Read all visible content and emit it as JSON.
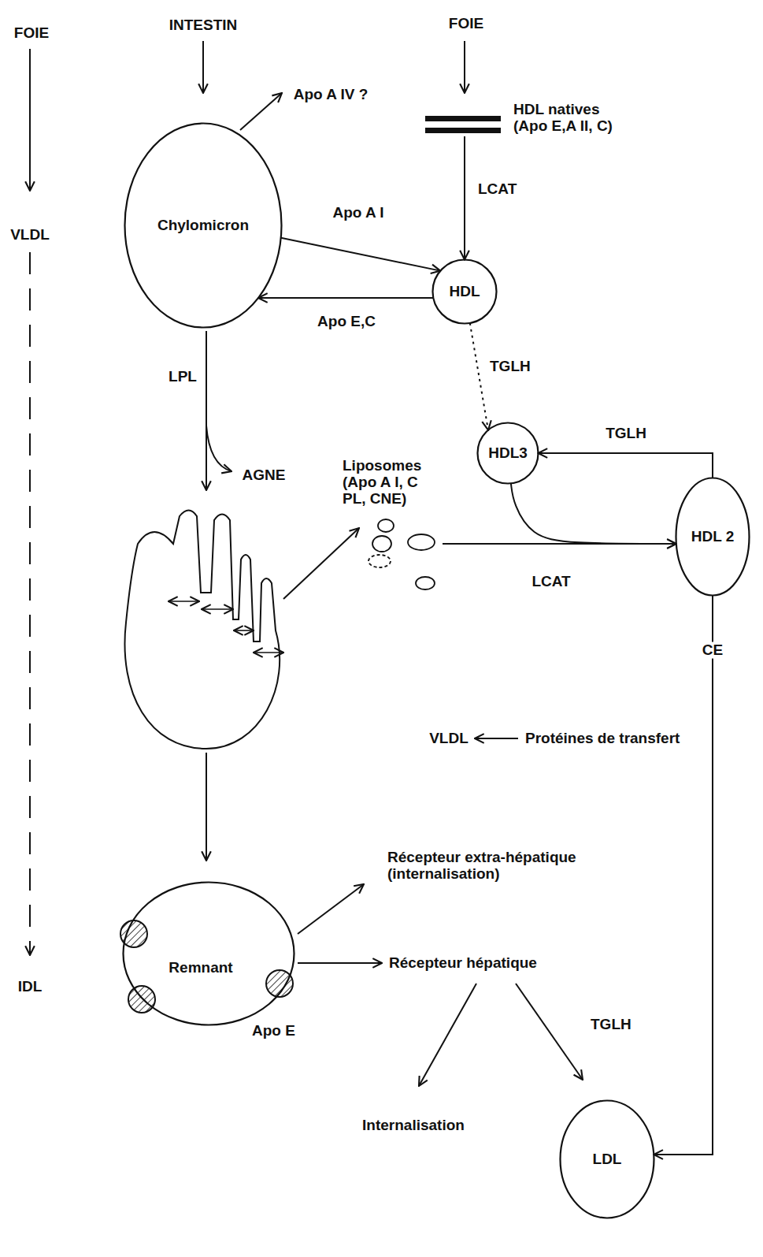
{
  "diagram": {
    "nodes": [
      {
        "text": [
          "Chylomicron"
        ]
      },
      {
        "text": [
          "HDL natives (Apo E,A II, C)"
        ]
      },
      {
        "text": [
          "HDL"
        ]
      },
      {
        "text": [
          "Liposomes (Apo A I, C PL, CNE)"
        ]
      },
      {
        "text": [
          "HDL3"
        ]
      },
      {
        "text": [
          "HDL 2"
        ]
      },
      {
        "text": [
          "Remnant",
          "Apo E"
        ]
      },
      {
        "text": [
          "LDL"
        ]
      }
    ],
    "edges": [
      {
        "from": 0,
        "to": 2,
        "label": "Apo A I",
        "arrow": "to"
      },
      {
        "from": 2,
        "to": 0,
        "label": "Apo E,C",
        "arrow": "to"
      },
      {
        "from": 1,
        "to": 2,
        "label": "LCAT",
        "arrow": "to"
      },
      {
        "from": 2,
        "to": 4,
        "label": "TGLH",
        "arrow": "to"
      },
      {
        "from": 5,
        "to": 4,
        "label": "TGLH",
        "arrow": "to"
      },
      {
        "from": 3,
        "to": 5,
        "label": "LCAT",
        "arrow": "to"
      },
      {
        "from": 4,
        "to": 5,
        "arrow": "to"
      },
      {
        "from": 5,
        "to": 7,
        "label": "CE",
        "arrow": "to"
      }
    ],
    "labels": [
      "FOIE",
      "VLDL",
      "IDL",
      "INTESTIN",
      "FOIE",
      "Apo A IV ?",
      "LPL",
      "AGNE",
      "VLDL",
      "Protéines de transfert",
      "Récepteur extra-hépatique (internalisation)",
      "Récepteur hépatique",
      "TGLH",
      "Internalisation"
    ]
  }
}
